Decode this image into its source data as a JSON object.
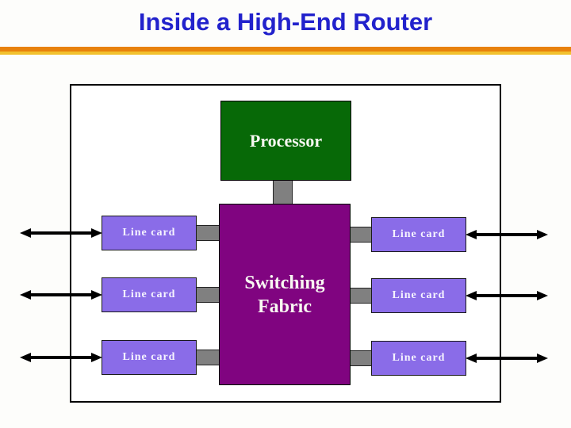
{
  "title": "Inside a High-End Router",
  "colors": {
    "title_blue": "#2222cc",
    "underline_orange": "#e8820c",
    "underline_gold": "#f2c12e",
    "processor_green": "#076907",
    "fabric_purple": "#800480",
    "line_card_purple": "#8a6ce8",
    "connector_gray": "#808080",
    "arrow_black": "#000000"
  },
  "diagram": {
    "processor": {
      "label": "Processor"
    },
    "fabric": {
      "label": "Switching Fabric"
    },
    "line_cards": {
      "left": [
        {
          "label": "Line card"
        },
        {
          "label": "Line card"
        },
        {
          "label": "Line card"
        }
      ],
      "right": [
        {
          "label": "Line card"
        },
        {
          "label": "Line card"
        },
        {
          "label": "Line card"
        }
      ]
    },
    "arrow_icon": "bidirectional-arrow-icon",
    "arrow_count": 6
  }
}
